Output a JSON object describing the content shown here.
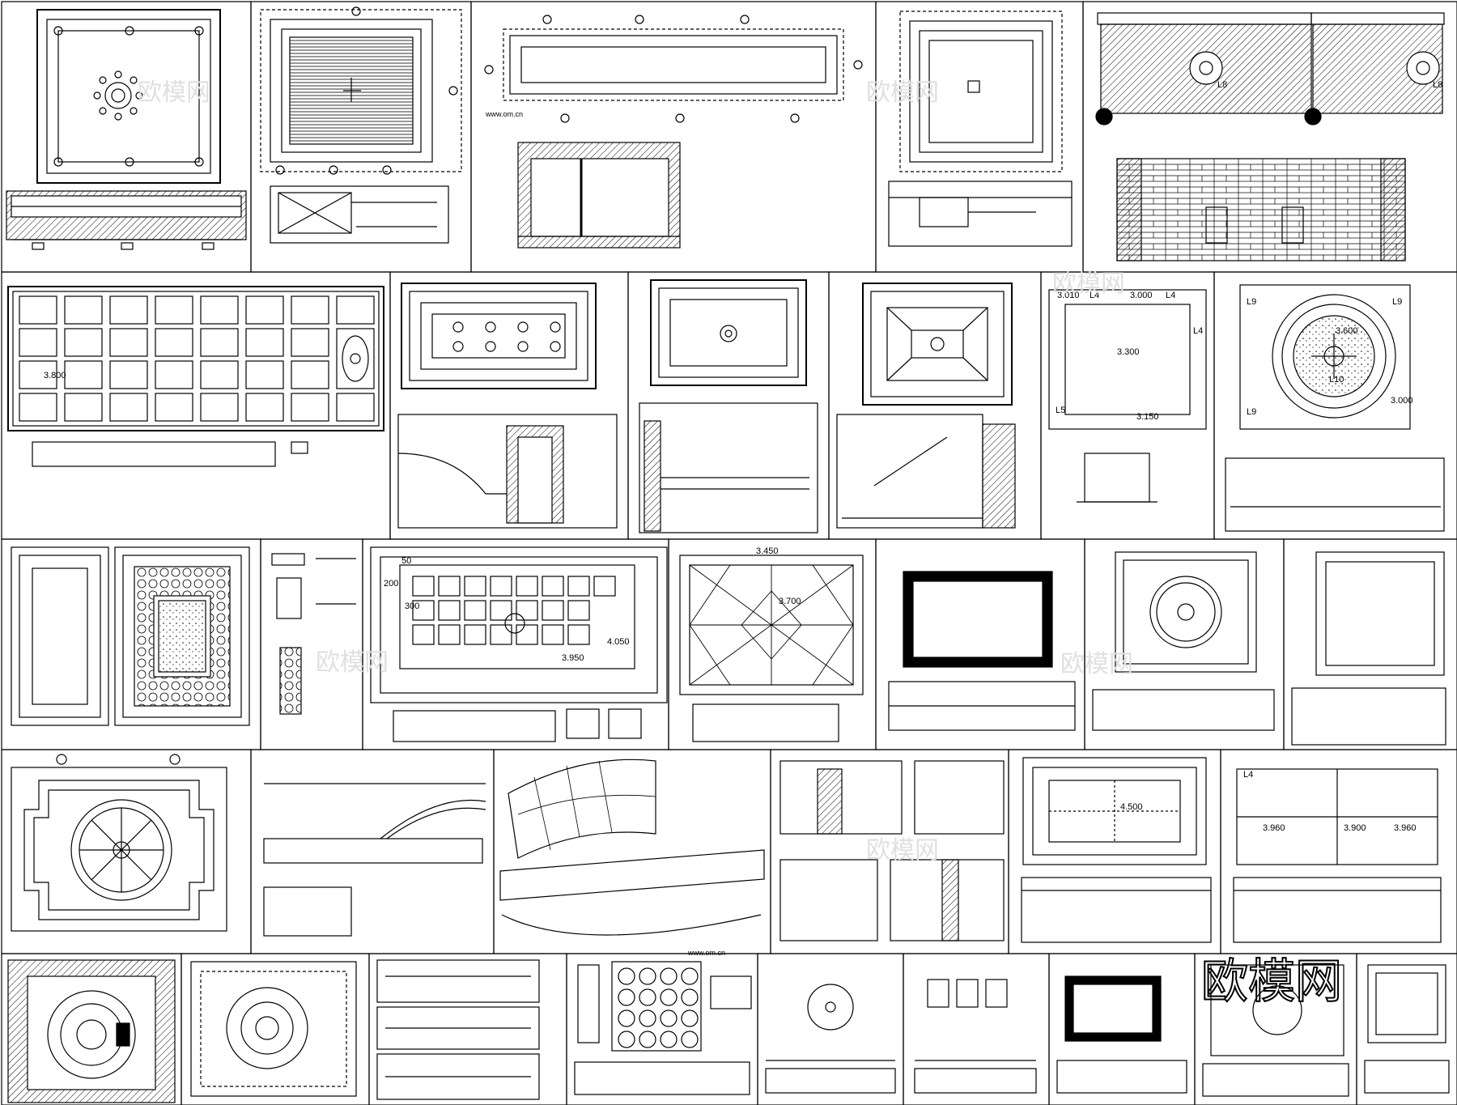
{
  "watermarks": [
    {
      "text": "欧模网",
      "sub": "www.om.cn"
    },
    {
      "text": "欧模网",
      "sub": "www.om.cn"
    },
    {
      "text": "欧模网",
      "sub": "www.om.cn"
    },
    {
      "text": "欧模网",
      "sub": "www.om.cn"
    },
    {
      "text": "欧模网",
      "sub": "www.om.cn"
    },
    {
      "text": "欧模网",
      "sub": "www.om.cn"
    }
  ],
  "brand_logo": "欧模网",
  "labels": {
    "p1_l8a": "L8",
    "p1_l8b": "L8",
    "p2_elev_3800": "3.800",
    "p2_l4a": "L4",
    "p2_l4b": "L4",
    "p2_l4c": "L4",
    "p2_3010": "3.010",
    "p2_3000a": "3.000",
    "p2_3300": "3.300",
    "p2_3150": "3.150",
    "p2_l5": "L5",
    "p2_l9a": "L9",
    "p2_l9b": "L9",
    "p2_l9c": "L9",
    "p2_3600": "3.600",
    "p2_3000b": "3.000",
    "p2_l10": "L10",
    "p3_50": "50",
    "p3_200": "200",
    "p3_300": "300",
    "p3_4050": "4.050",
    "p3_3950": "3.950",
    "p3_3450": "3.450",
    "p3_3700": "3.700",
    "p4_4500": "4.500",
    "p4_3960a": "3.960",
    "p4_3900": "3.900",
    "p4_3960b": "3.960",
    "p4_l4": "L4"
  }
}
